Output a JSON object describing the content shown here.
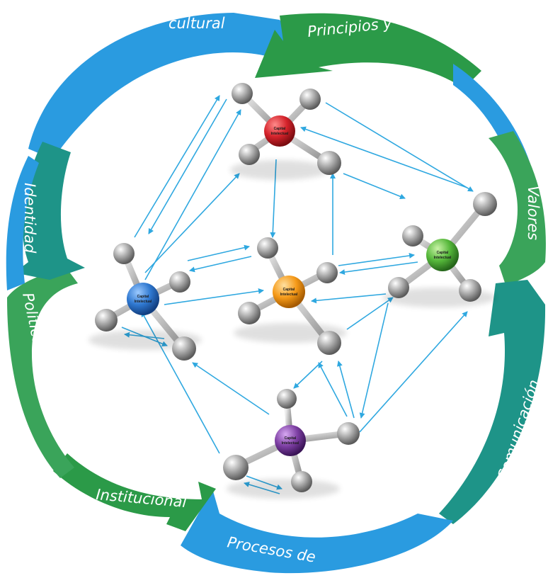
{
  "cycle_labels": {
    "cultural": "cultural",
    "principios": "Principios y",
    "valores": "Valores",
    "comunicacion": "Comunicación",
    "procesos": "Procesos de",
    "institucional": "Institucional",
    "politica": "Política",
    "identidad": "Identidad"
  },
  "colors": {
    "blue_arrow": "#2a9be0",
    "green_arrow": "#2b9a48",
    "teal_arrow": "#1e9488",
    "connector": "#2fa8e0",
    "node_red": "#d4232b",
    "node_blue": "#2f78d0",
    "node_orange": "#f59a19",
    "node_green": "#55b73a",
    "node_purple": "#7d3fa3",
    "atom_gray": "#9a9a9a"
  },
  "molecules": [
    {
      "id": "red",
      "line1": "Capital",
      "line2": "Intelectual"
    },
    {
      "id": "blue",
      "line1": "Capital",
      "line2": "Intelectual"
    },
    {
      "id": "orange",
      "line1": "Capital",
      "line2": "Intelectual"
    },
    {
      "id": "green",
      "line1": "Capital",
      "line2": "Intelectual"
    },
    {
      "id": "purple",
      "line1": "Capital",
      "line2": "Intelectual"
    }
  ]
}
